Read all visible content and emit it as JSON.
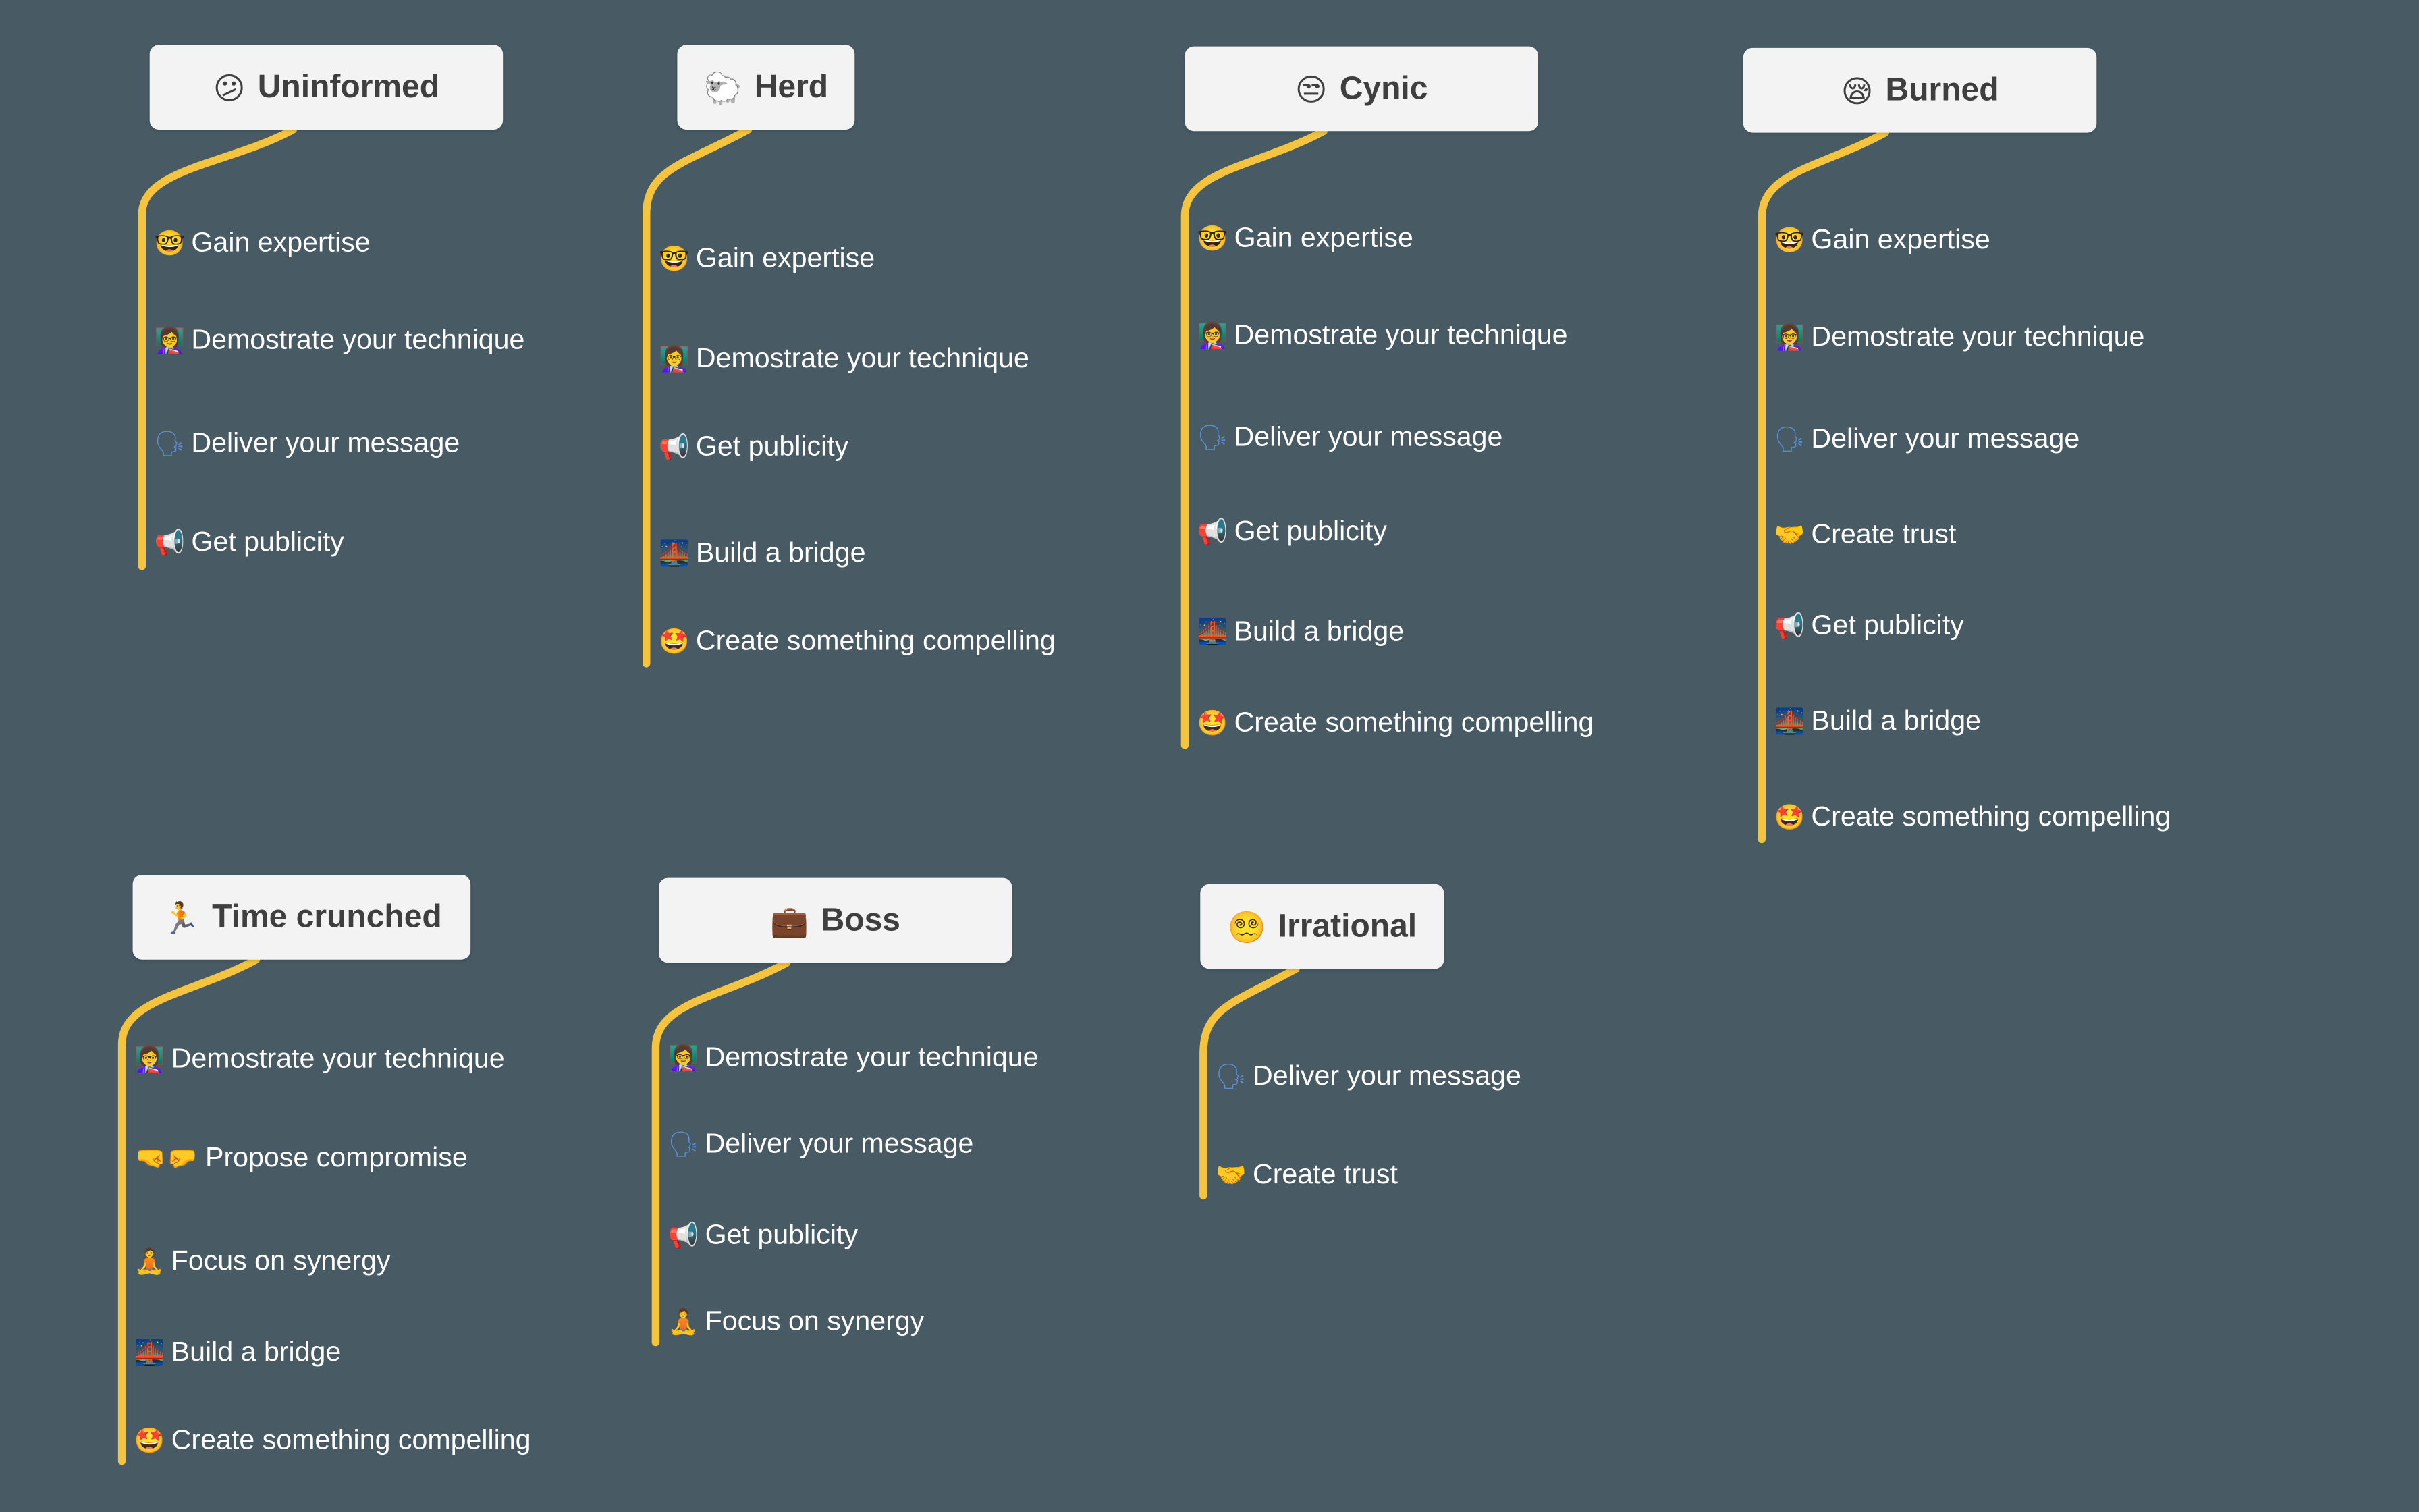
{
  "colors": {
    "background": "#485a64",
    "branch": "#f4c43e",
    "node_fill": "#f3f3f3",
    "node_text": "#3f3f3f",
    "item_text": "#ffffff"
  },
  "groups": [
    {
      "title": "Uninformed",
      "emoji": "😕",
      "items": [
        {
          "emoji": "🤓",
          "label": "Gain expertise"
        },
        {
          "emoji": "👩‍🏫",
          "label": "Demostrate your technique"
        },
        {
          "emoji": "🗣",
          "label": "Deliver your message"
        },
        {
          "emoji": "📢",
          "label": "Get publicity"
        }
      ]
    },
    {
      "title": "Herd",
      "emoji": "🐑",
      "items": [
        {
          "emoji": "🤓",
          "label": "Gain expertise"
        },
        {
          "emoji": "👩‍🏫",
          "label": "Demostrate your technique"
        },
        {
          "emoji": "📢",
          "label": "Get publicity"
        },
        {
          "emoji": "🌉",
          "label": "Build a bridge"
        },
        {
          "emoji": "🤩",
          "label": "Create something compelling"
        }
      ]
    },
    {
      "title": "Cynic",
      "emoji": "😒",
      "items": [
        {
          "emoji": "🤓",
          "label": "Gain expertise"
        },
        {
          "emoji": "👩‍🏫",
          "label": "Demostrate your technique"
        },
        {
          "emoji": "🗣",
          "label": "Deliver your message"
        },
        {
          "emoji": "📢",
          "label": "Get publicity"
        },
        {
          "emoji": "🌉",
          "label": "Build a bridge"
        },
        {
          "emoji": "🤩",
          "label": "Create something compelling"
        }
      ]
    },
    {
      "title": "Burned",
      "emoji": "😪",
      "items": [
        {
          "emoji": "🤓",
          "label": "Gain expertise"
        },
        {
          "emoji": "👩‍🏫",
          "label": "Demostrate your technique"
        },
        {
          "emoji": "🗣",
          "label": "Deliver your message"
        },
        {
          "emoji": "🤝",
          "label": "Create trust"
        },
        {
          "emoji": "📢",
          "label": "Get publicity"
        },
        {
          "emoji": "🌉",
          "label": "Build a bridge"
        },
        {
          "emoji": "🤩",
          "label": "Create something compelling"
        }
      ]
    },
    {
      "title": "Time crunched",
      "emoji": "🏃",
      "items": [
        {
          "emoji": "👩‍🏫",
          "label": "Demostrate your technique"
        },
        {
          "emoji": "🤜🤛",
          "label": "Propose compromise"
        },
        {
          "emoji": "🧘",
          "label": "Focus on synergy"
        },
        {
          "emoji": "🌉",
          "label": "Build a bridge"
        },
        {
          "emoji": "🤩",
          "label": "Create something compelling"
        }
      ]
    },
    {
      "title": "Boss",
      "emoji": "💼",
      "items": [
        {
          "emoji": "👩‍🏫",
          "label": "Demostrate your technique"
        },
        {
          "emoji": "🗣",
          "label": "Deliver your message"
        },
        {
          "emoji": "📢",
          "label": "Get publicity"
        },
        {
          "emoji": "🧘",
          "label": "Focus on synergy"
        }
      ]
    },
    {
      "title": "Irrational",
      "emoji": "😵‍💫",
      "items": [
        {
          "emoji": "🗣",
          "label": "Deliver your message"
        },
        {
          "emoji": "🤝",
          "label": "Create trust"
        }
      ]
    }
  ]
}
